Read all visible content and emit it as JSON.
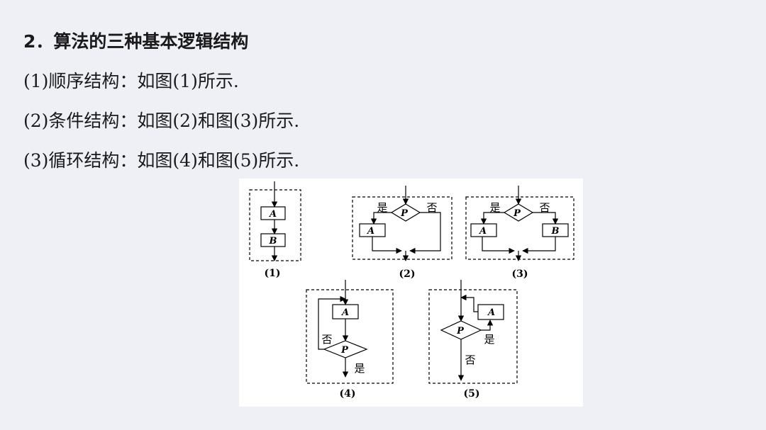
{
  "heading": "2．算法的三种基本逻辑结构",
  "lines": [
    "(1)顺序结构：如图(1)所示.",
    "(2)条件结构：如图(2)和图(3)所示.",
    "(3)循环结构：如图(4)和图(5)所示."
  ],
  "figure": {
    "box_A": "A",
    "box_B": "B",
    "cond_P": "P",
    "yes": "是",
    "no": "否",
    "captions": [
      "(1)",
      "(2)",
      "(3)",
      "(4)",
      "(5)"
    ]
  }
}
